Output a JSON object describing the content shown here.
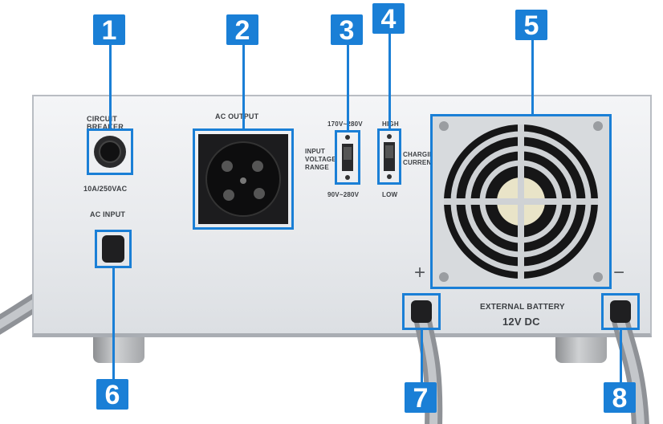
{
  "labels": {
    "circuit_breaker": "CIRCUIT BREAKER",
    "breaker_rating": "10A/250VAC",
    "ac_input": "AC INPUT",
    "ac_output": "AC OUTPUT",
    "voltage_high": "170V~280V",
    "input_voltage_range": "INPUT VOLTAGE RANGE",
    "voltage_low": "90V~280V",
    "high": "HIGH",
    "charging_current": "CHARGING CURRENT",
    "low": "LOW",
    "plus": "+",
    "minus": "−",
    "external_battery": "EXTERNAL BATTERY",
    "battery_voltage": "12V DC"
  },
  "badges": [
    "1",
    "2",
    "3",
    "4",
    "5",
    "6",
    "7",
    "8"
  ],
  "colors": {
    "callout": "#1a7fd6",
    "panel": "#e9ebee",
    "dark": "#1c1c1e"
  }
}
